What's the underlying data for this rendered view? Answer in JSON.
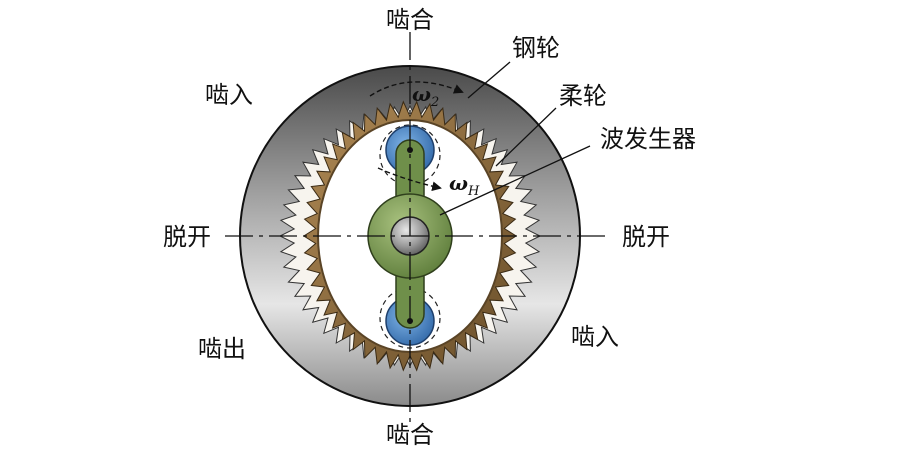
{
  "labels": {
    "top_mesh": "啮合",
    "bottom_mesh": "啮合",
    "left_disengage": "脱开",
    "right_disengage": "脱开",
    "upper_left_engage": "啮入",
    "lower_right_engage": "啮入",
    "lower_left_exit": "啮出",
    "circular_spline": "钢轮",
    "flexspline": "柔轮",
    "wave_generator": "波发生器"
  },
  "omega_2": {
    "symbol": "ω",
    "subscript": "2"
  },
  "omega_H": {
    "symbol": "ω",
    "subscript": "H"
  },
  "colors": {
    "outer_ring": "#6e6e6e",
    "flexspline": "#8a6a3e",
    "generator_arm": "#6f8f4a",
    "roller": "#3f7fc0",
    "hub": "#8a8a8a"
  },
  "icons": [
    "rotation-arrow-icon"
  ]
}
